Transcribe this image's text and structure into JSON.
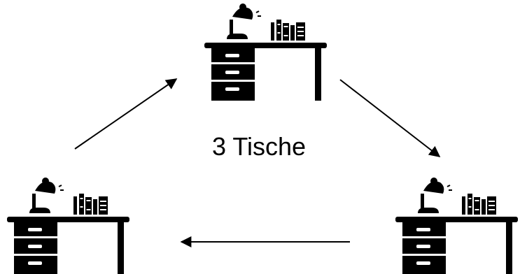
{
  "diagram": {
    "center_label": "3 Tische",
    "nodes": [
      {
        "id": "desk-top",
        "icon": "desk-with-lamp-and-books-icon"
      },
      {
        "id": "desk-right",
        "icon": "desk-with-lamp-and-books-icon"
      },
      {
        "id": "desk-left",
        "icon": "desk-with-lamp-and-books-icon"
      }
    ],
    "edges": [
      {
        "from": "desk-left",
        "to": "desk-top"
      },
      {
        "from": "desk-top",
        "to": "desk-right"
      },
      {
        "from": "desk-right",
        "to": "desk-left"
      }
    ],
    "colors": {
      "foreground": "#000000",
      "background": "#ffffff"
    }
  }
}
